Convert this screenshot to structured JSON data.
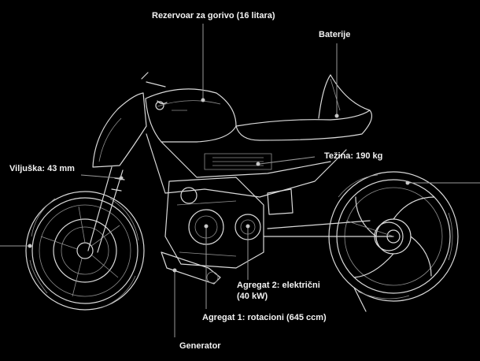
{
  "labels": {
    "fuel_tank": "Rezervoar za gorivo (16 litara)",
    "batteries": "Baterije",
    "weight": "Težina: 190 kg",
    "fork": "Viljuška: 43 mm",
    "unit2_line1": "Agregat 2: električni",
    "unit2_line2": "(40 kW)",
    "unit1": "Agregat 1: rotacioni (645 ccm)",
    "generator": "Generator"
  },
  "colors": {
    "background": "#000000",
    "text": "#f2f2f2",
    "line": "#d9d9d9"
  }
}
